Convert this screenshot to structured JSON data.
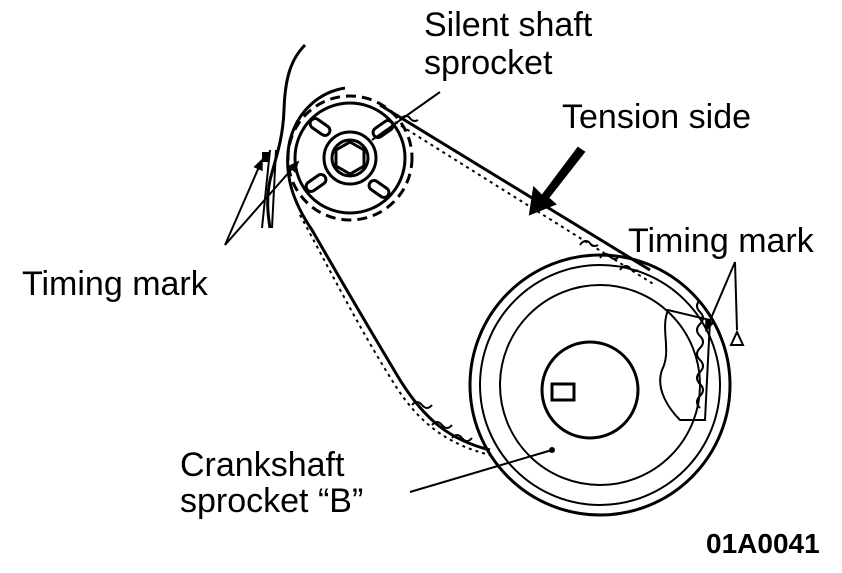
{
  "labels": {
    "silent_shaft_sprocket": [
      "Silent shaft",
      "sprocket"
    ],
    "tension_side": "Tension side",
    "timing_mark_left": "Timing mark",
    "timing_mark_right": "Timing mark",
    "crankshaft_sprocket": [
      "Crankshaft",
      "sprocket “B”"
    ]
  },
  "figure_code": "01A0041"
}
